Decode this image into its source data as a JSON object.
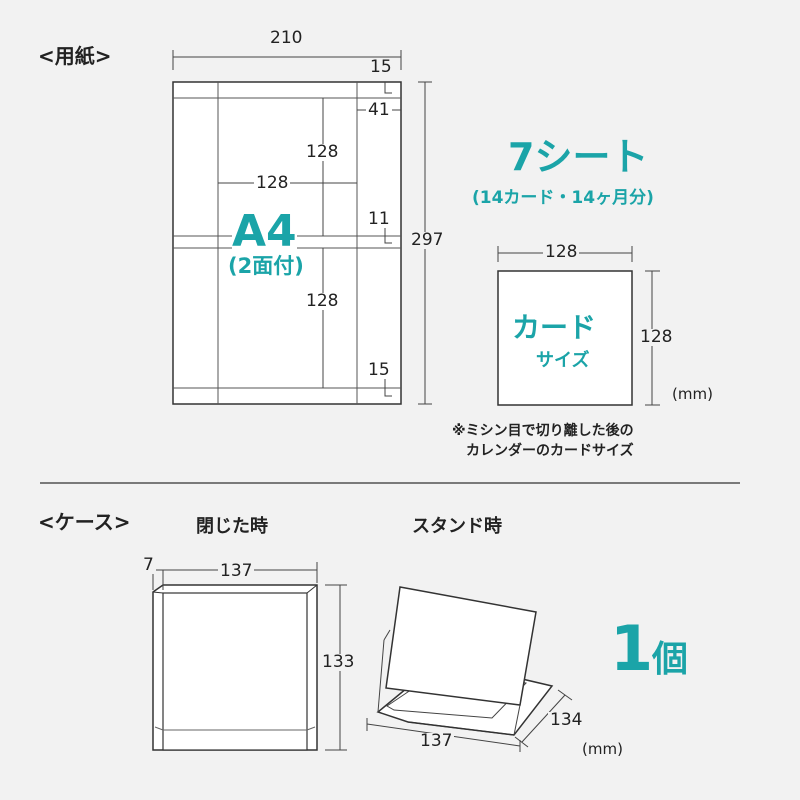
{
  "colors": {
    "accent": "#1ba4a8",
    "line": "#333333",
    "background": "#f2f2f2",
    "paper": "#ffffff"
  },
  "paper_section": {
    "label": "<用紙>",
    "dims": {
      "width": "210",
      "margin_top": "15",
      "margin_side": "41",
      "card_height_top": "128",
      "card_width": "128",
      "gap": "11",
      "card_height_bottom": "128",
      "margin_bottom": "15",
      "height": "297"
    },
    "a4_title": "A4",
    "a4_sub": "(2面付)",
    "sheets_title": "7シート",
    "sheets_sub": "(14カード・14ヶ月分)",
    "card": {
      "width": "128",
      "height": "128",
      "title": "カード",
      "sub": "サイズ"
    },
    "unit": "(mm)",
    "note_line1": "※ミシン目で切り離した後の",
    "note_line2": "カレンダーのカードサイズ"
  },
  "case_section": {
    "label": "<ケース>",
    "closed_title": "閉じた時",
    "stand_title": "スタンド時",
    "closed_dims": {
      "depth": "7",
      "width": "137",
      "height": "133"
    },
    "stand_dims": {
      "width": "137",
      "depth": "134"
    },
    "count_num": "1",
    "count_unit": "個",
    "unit": "(mm)"
  }
}
